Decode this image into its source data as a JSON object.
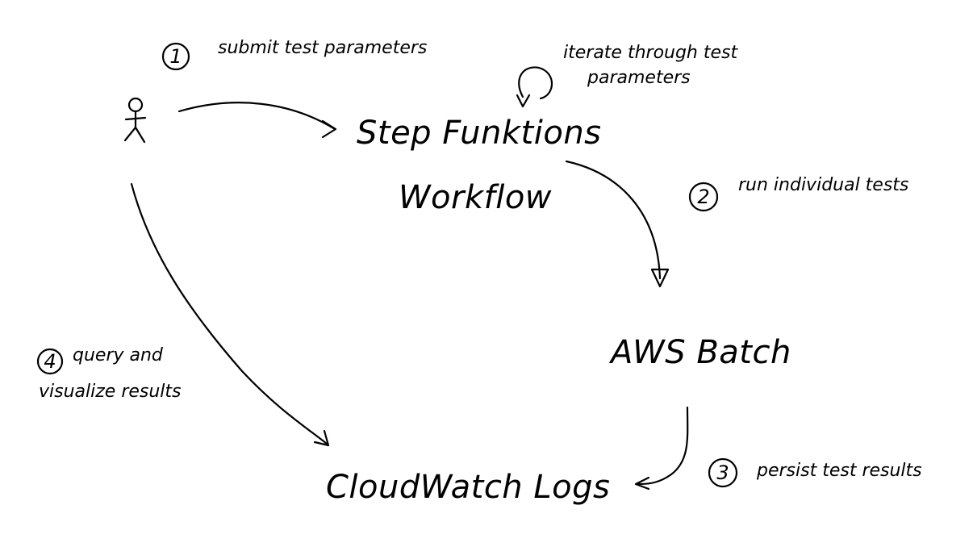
{
  "nodes": {
    "step_functions_line1": "Step Funktions",
    "step_functions_line2": "Workflow",
    "aws_batch": "AWS Batch",
    "cloudwatch_logs": "CloudWatch Logs"
  },
  "annotations": {
    "iterate_line1": "iterate through test",
    "iterate_line2": "parameters"
  },
  "steps": [
    {
      "number": "1",
      "label_line1": "submit test parameters",
      "label_line2": ""
    },
    {
      "number": "2",
      "label_line1": "run individual tests",
      "label_line2": ""
    },
    {
      "number": "3",
      "label_line1": "persist test results",
      "label_line2": ""
    },
    {
      "number": "4",
      "label_line1": "query and",
      "label_line2": "visualize results"
    }
  ]
}
